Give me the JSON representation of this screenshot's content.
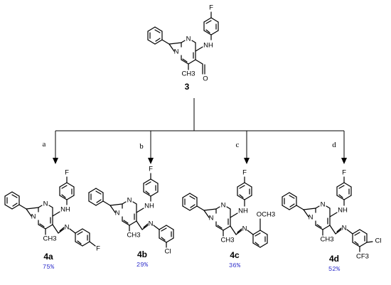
{
  "starting_material": {
    "label": "3",
    "atoms": {
      "fluoro": "F",
      "nh": "NH",
      "n1": "N",
      "n2": "N",
      "methyl": "CH3",
      "aldehyde_o": "O"
    }
  },
  "branches": [
    {
      "condition": "a",
      "label": "4a",
      "yield": "75%",
      "atoms": {
        "fluoro": "F",
        "nh": "NH",
        "n1": "N",
        "n2": "N",
        "methyl": "CH3",
        "imine_n": "N",
        "sub1": "F",
        "sub2": ""
      }
    },
    {
      "condition": "b",
      "label": "4b",
      "yield": "29%",
      "atoms": {
        "fluoro": "F",
        "nh": "NH",
        "n1": "N",
        "n2": "N",
        "methyl": "CH3",
        "imine_n": "N",
        "sub1": "Cl",
        "sub2": ""
      }
    },
    {
      "condition": "c",
      "label": "4c",
      "yield": "36%",
      "atoms": {
        "fluoro": "F",
        "nh": "NH",
        "n1": "N",
        "n2": "N",
        "methyl": "CH3",
        "imine_n": "N",
        "sub1": "OCH3",
        "sub2": ""
      }
    },
    {
      "condition": "d",
      "label": "4d",
      "yield": "52%",
      "atoms": {
        "fluoro": "F",
        "nh": "NH",
        "n1": "N",
        "n2": "N",
        "methyl": "CH3",
        "imine_n": "N",
        "sub1": "Cl",
        "sub2": "CF3"
      }
    }
  ]
}
